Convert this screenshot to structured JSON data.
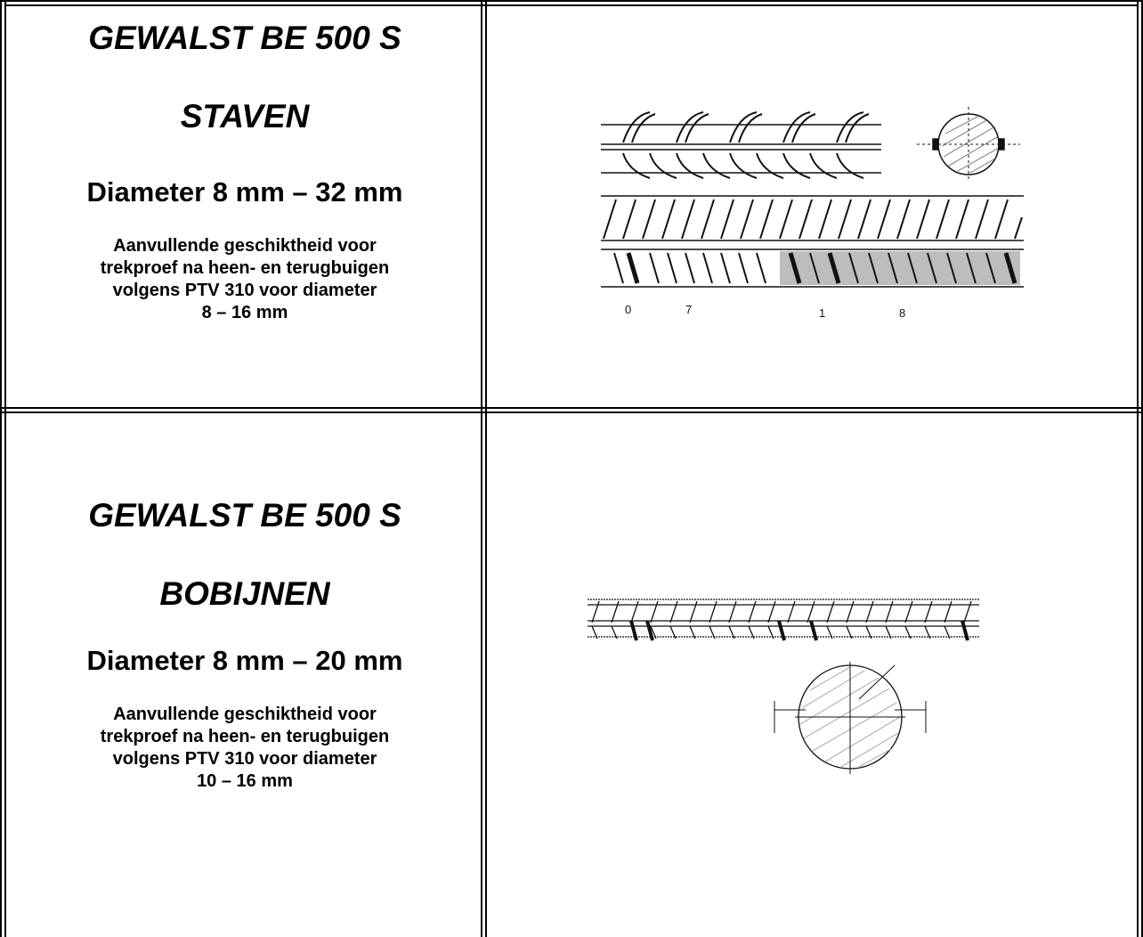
{
  "rows": [
    {
      "title": "GEWALST BE 500 S",
      "subtitle": "STAVEN",
      "diameter": "Diameter 8 mm – 32 mm",
      "note_lines": [
        "Aanvullende geschiktheid voor",
        "trekproef na heen- en terugbuigen",
        "volgens PTV 310 voor diameter",
        "8 – 16 mm"
      ],
      "drawing_labels": [
        "0",
        "7",
        "1",
        "8"
      ]
    },
    {
      "title": "GEWALST BE 500 S",
      "subtitle": "BOBIJNEN",
      "diameter": "Diameter 8 mm – 20 mm",
      "note_lines": [
        "Aanvullende geschiktheid voor",
        "trekproef na heen- en terugbuigen",
        "volgens PTV 310 voor diameter",
        "10 – 16 mm"
      ]
    }
  ]
}
